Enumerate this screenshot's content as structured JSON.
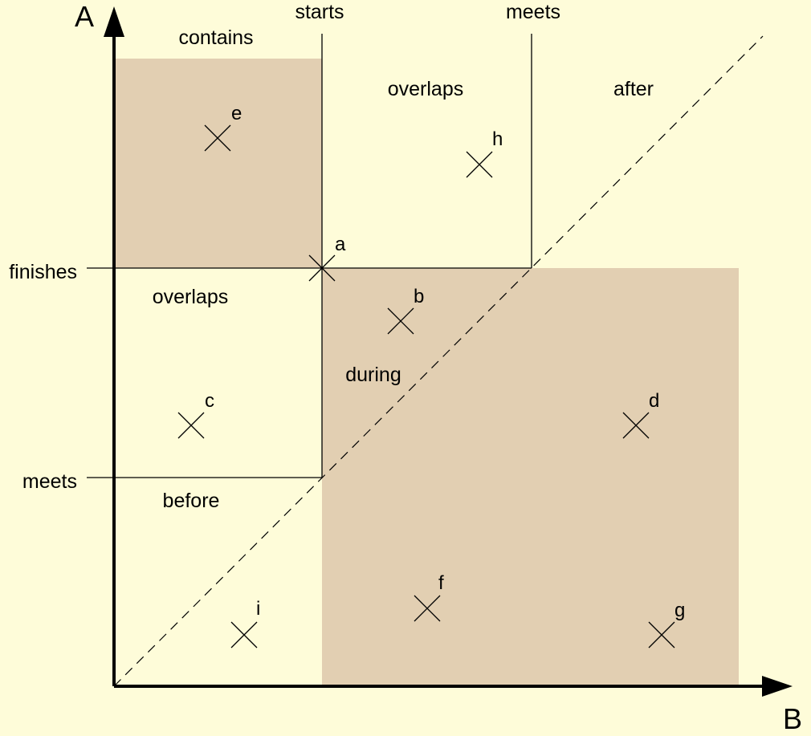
{
  "colors": {
    "background": "#fefcd9",
    "shaded_region": "#e2cfb2",
    "lines": "#000000"
  },
  "axes": {
    "vertical_label": "A",
    "horizontal_label": "B"
  },
  "top_labels": {
    "starts": "starts",
    "meets": "meets"
  },
  "left_labels": {
    "finishes": "finishes",
    "meets": "meets"
  },
  "regions": {
    "contains": "contains",
    "overlaps_top": "overlaps",
    "after": "after",
    "overlaps_left": "overlaps",
    "during": "during",
    "before": "before"
  },
  "points": {
    "a": "a",
    "b": "b",
    "c": "c",
    "d": "d",
    "e": "e",
    "f": "f",
    "g": "g",
    "h": "h",
    "i": "i"
  },
  "marker_icon": "cross-mark-icon"
}
